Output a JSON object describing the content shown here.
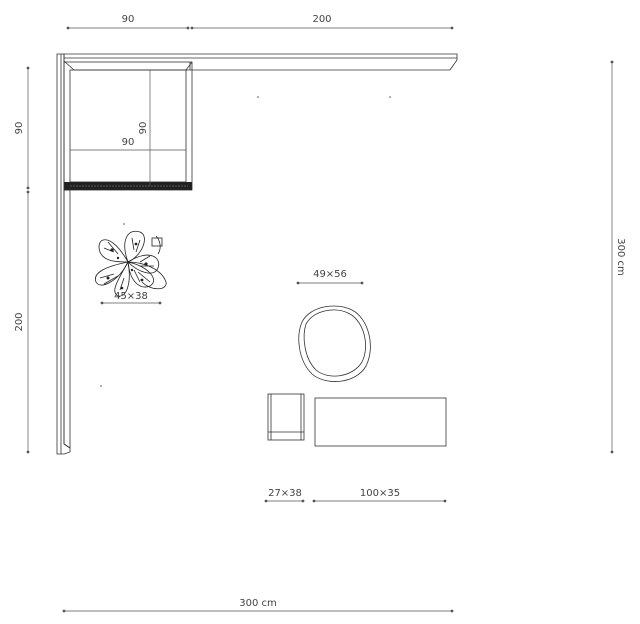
{
  "dimensions": {
    "top_left_width": "90",
    "top_right_width": "200",
    "left_upper_height": "90",
    "left_lower_height": "200",
    "inner_width": "90",
    "inner_height": "90",
    "total_height": "300 cm",
    "total_width": "300 cm"
  },
  "furniture": {
    "plant_size": "45×38",
    "pouf_size": "49×56",
    "side_table_size": "27×38",
    "bench_size": "100×35"
  },
  "colors": {
    "line": "#333333",
    "dim_line": "#555555",
    "text": "#444444"
  }
}
